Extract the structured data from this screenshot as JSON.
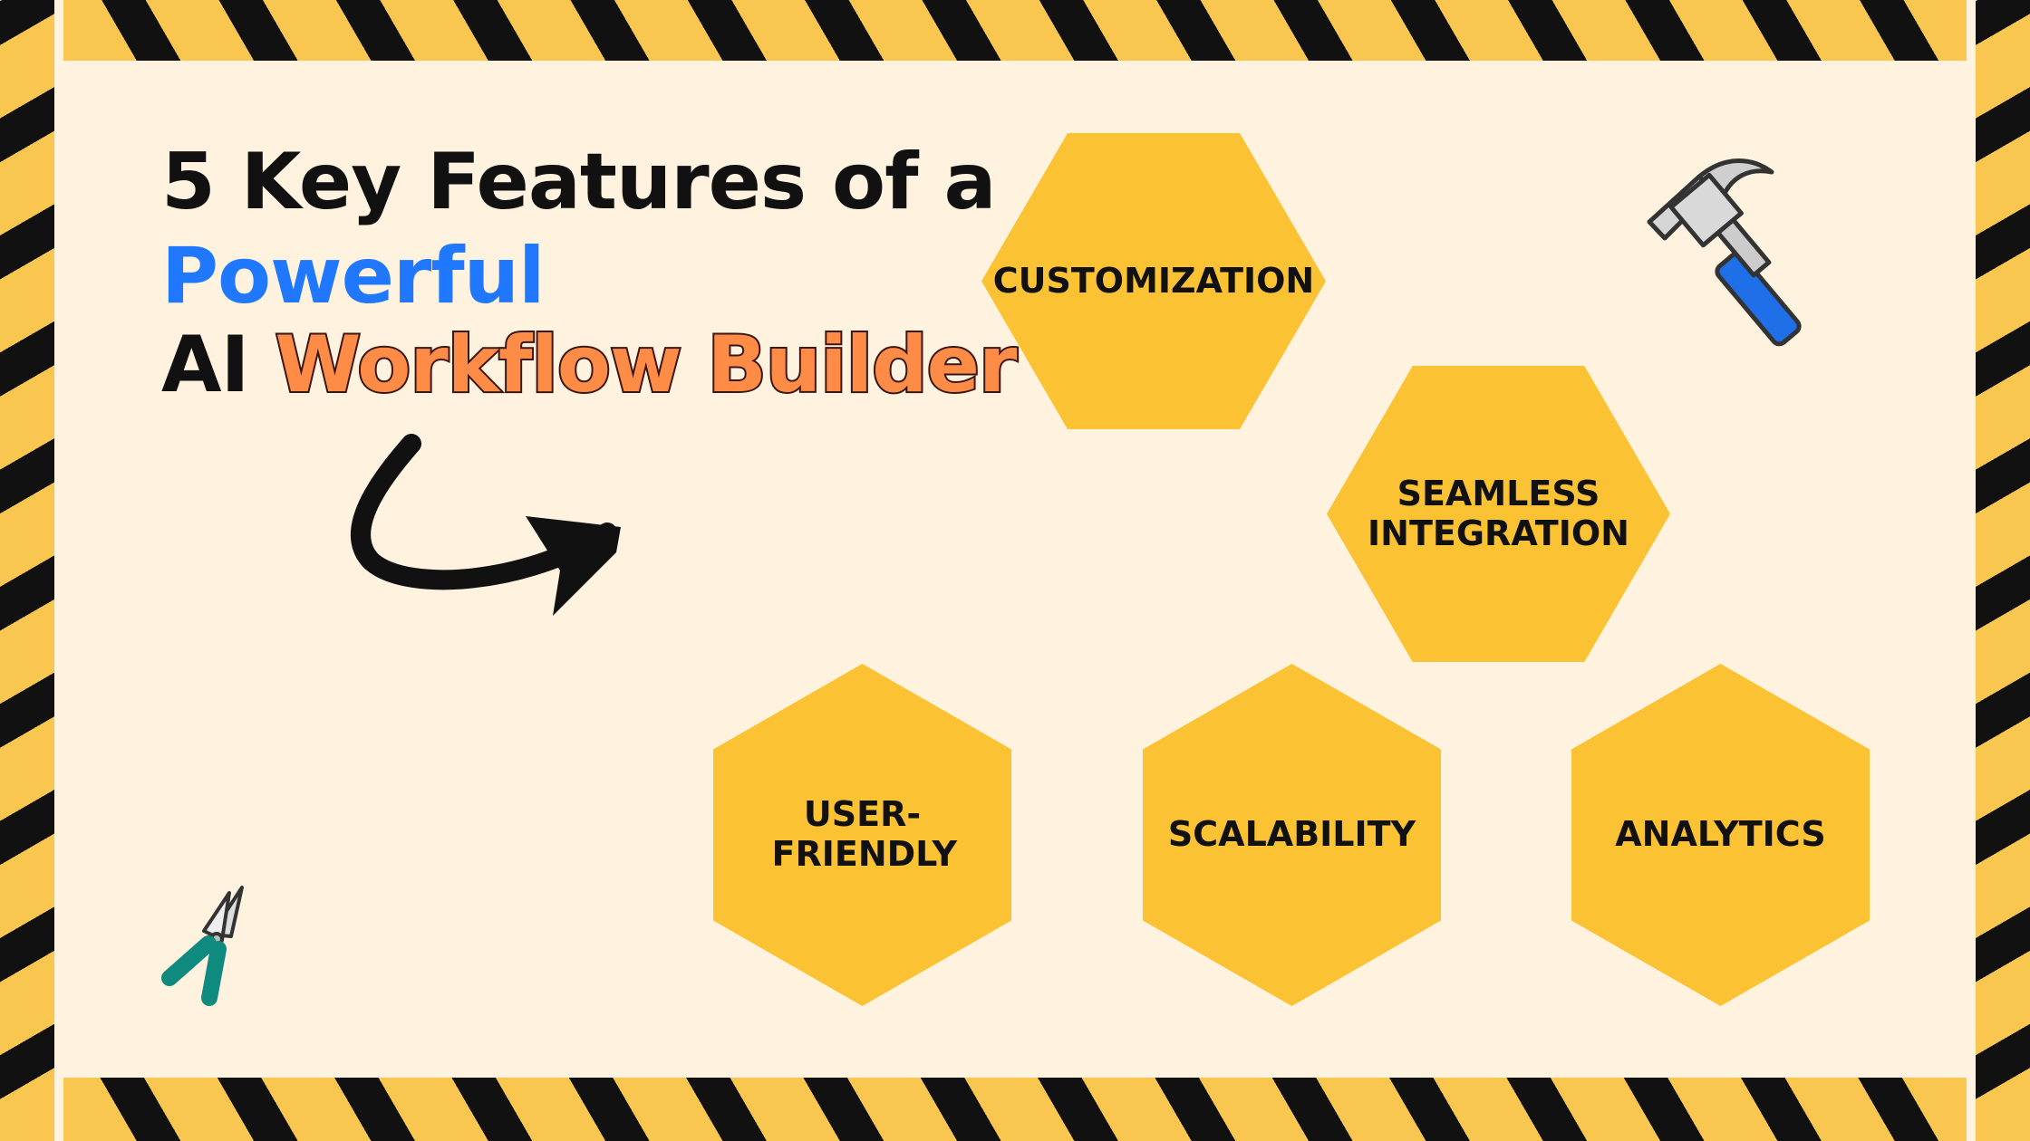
{
  "title": {
    "line1": "5 Key Features of a",
    "line2": "Powerful",
    "line3_prefix": "AI",
    "line3_highlight": "Workflow Builder"
  },
  "features": [
    {
      "label": "CUSTOMIZATION"
    },
    {
      "label": "SEAMLESS INTEGRATION"
    },
    {
      "label": "USER-FRIENDLY"
    },
    {
      "label": "SCALABILITY"
    },
    {
      "label": "ANALYTICS"
    }
  ],
  "colors": {
    "hexagon": "#fbc234",
    "background": "#fff2df",
    "blue": "#1f78ff",
    "orange": "#ff8c46",
    "stripe_yellow": "#f9c750",
    "stripe_black": "#111111"
  },
  "icons": [
    "hammer-icon",
    "pliers-icon",
    "curved-arrow-icon"
  ]
}
